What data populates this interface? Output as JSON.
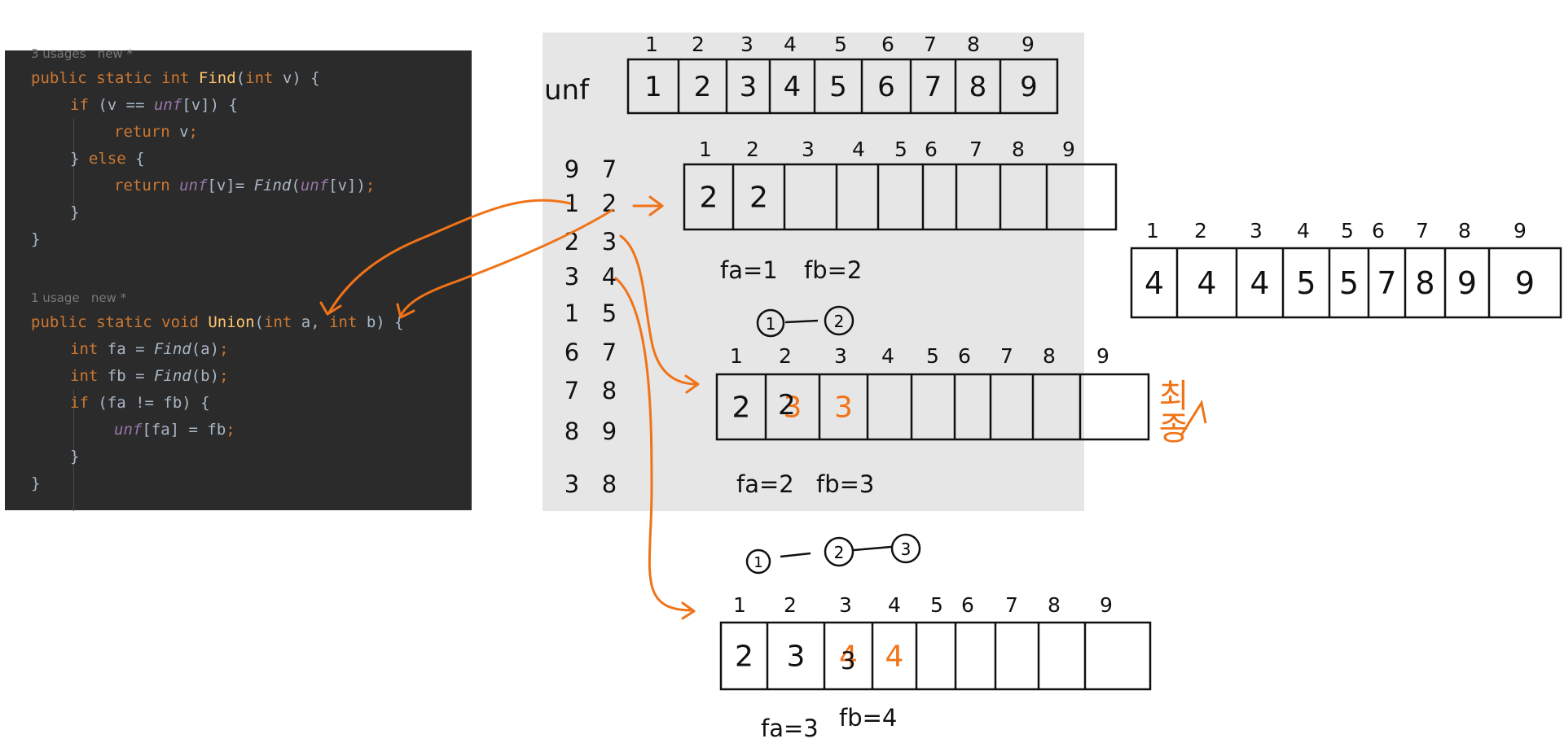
{
  "code": {
    "find_meta": "3 usages   new *",
    "union_meta": "1 usage   new *",
    "find_lines": [
      [
        "kw",
        "public static int "
      ],
      [
        "fn",
        "Find"
      ],
      [
        "t",
        "("
      ],
      [
        "kw",
        "int "
      ],
      [
        "t",
        "v) {"
      ]
    ],
    "lines": {
      "l1_a": "public static int ",
      "l1_b": "Find",
      "l1_c": "(",
      "l1_d": "int ",
      "l1_e": "v) {",
      "l2_a": "if ",
      "l2_b": "(v == ",
      "l2_c": "unf",
      "l2_d": "[v]) {",
      "l3_a": "return ",
      "l3_b": "v",
      "l3_c": ";",
      "l4_a": "} ",
      "l4_b": "else ",
      "l4_c": "{",
      "l5_a": "return ",
      "l5_b": "unf",
      "l5_c": "[v]= ",
      "l5_d": "Find",
      "l5_e": "(",
      "l5_f": "unf",
      "l5_g": "[v])",
      "l5_h": ";",
      "l6": "}",
      "l7": "}",
      "l9_a": "public static void ",
      "l9_b": "Union",
      "l9_c": "(",
      "l9_d": "int ",
      "l9_e": "a, ",
      "l9_f": "int ",
      "l9_g": "b) {",
      "l10_a": "int ",
      "l10_b": "fa = ",
      "l10_c": "Find",
      "l10_d": "(a)",
      "l10_e": ";",
      "l11_a": "int ",
      "l11_b": "fb = ",
      "l11_c": "Find",
      "l11_d": "(b)",
      "l11_e": ";",
      "l12_a": "if ",
      "l12_b": "(fa != fb) {",
      "l13_a": "unf",
      "l13_b": "[fa] = fb",
      "l13_c": ";",
      "l14": "}",
      "l15": "}"
    }
  },
  "diagram": {
    "unf_label": "unf",
    "indices": [
      "1",
      "2",
      "3",
      "4",
      "5",
      "6",
      "7",
      "8",
      "9"
    ],
    "unf_values": [
      "1",
      "2",
      "3",
      "4",
      "5",
      "6",
      "7",
      "8",
      "9"
    ],
    "input_header": [
      "9",
      "7"
    ],
    "input_pairs": [
      [
        "1",
        "2"
      ],
      [
        "2",
        "3"
      ],
      [
        "3",
        "4"
      ],
      [
        "1",
        "5"
      ],
      [
        "6",
        "7"
      ],
      [
        "7",
        "8"
      ],
      [
        "8",
        "9"
      ],
      [
        "3",
        "8"
      ]
    ],
    "step1": {
      "values": [
        "2",
        "2",
        "",
        "",
        "",
        "",
        "",
        "",
        ""
      ],
      "fa": "fa=1",
      "fb": "fb=2",
      "nodes": [
        "1",
        "2"
      ]
    },
    "step2": {
      "values": [
        "2",
        "3",
        "3",
        "",
        "",
        "",
        "",
        "",
        ""
      ],
      "struck": "2",
      "fa": "fa=2",
      "fb": "fb=3"
    },
    "step3": {
      "nodes": [
        "1",
        "2",
        "3"
      ],
      "values": [
        "2",
        "3",
        "4",
        "4",
        "",
        "",
        "",
        "",
        ""
      ],
      "struck": "3",
      "fa": "fa=3",
      "fb": "fb=4"
    },
    "final": {
      "values": [
        "4",
        "4",
        "4",
        "5",
        "5",
        "7",
        "8",
        "9",
        "9"
      ],
      "label": "최종"
    },
    "colors": {
      "accent": "#f07318",
      "code_bg": "#2b2b2b",
      "panel_bg": "#e6e6e6"
    }
  }
}
